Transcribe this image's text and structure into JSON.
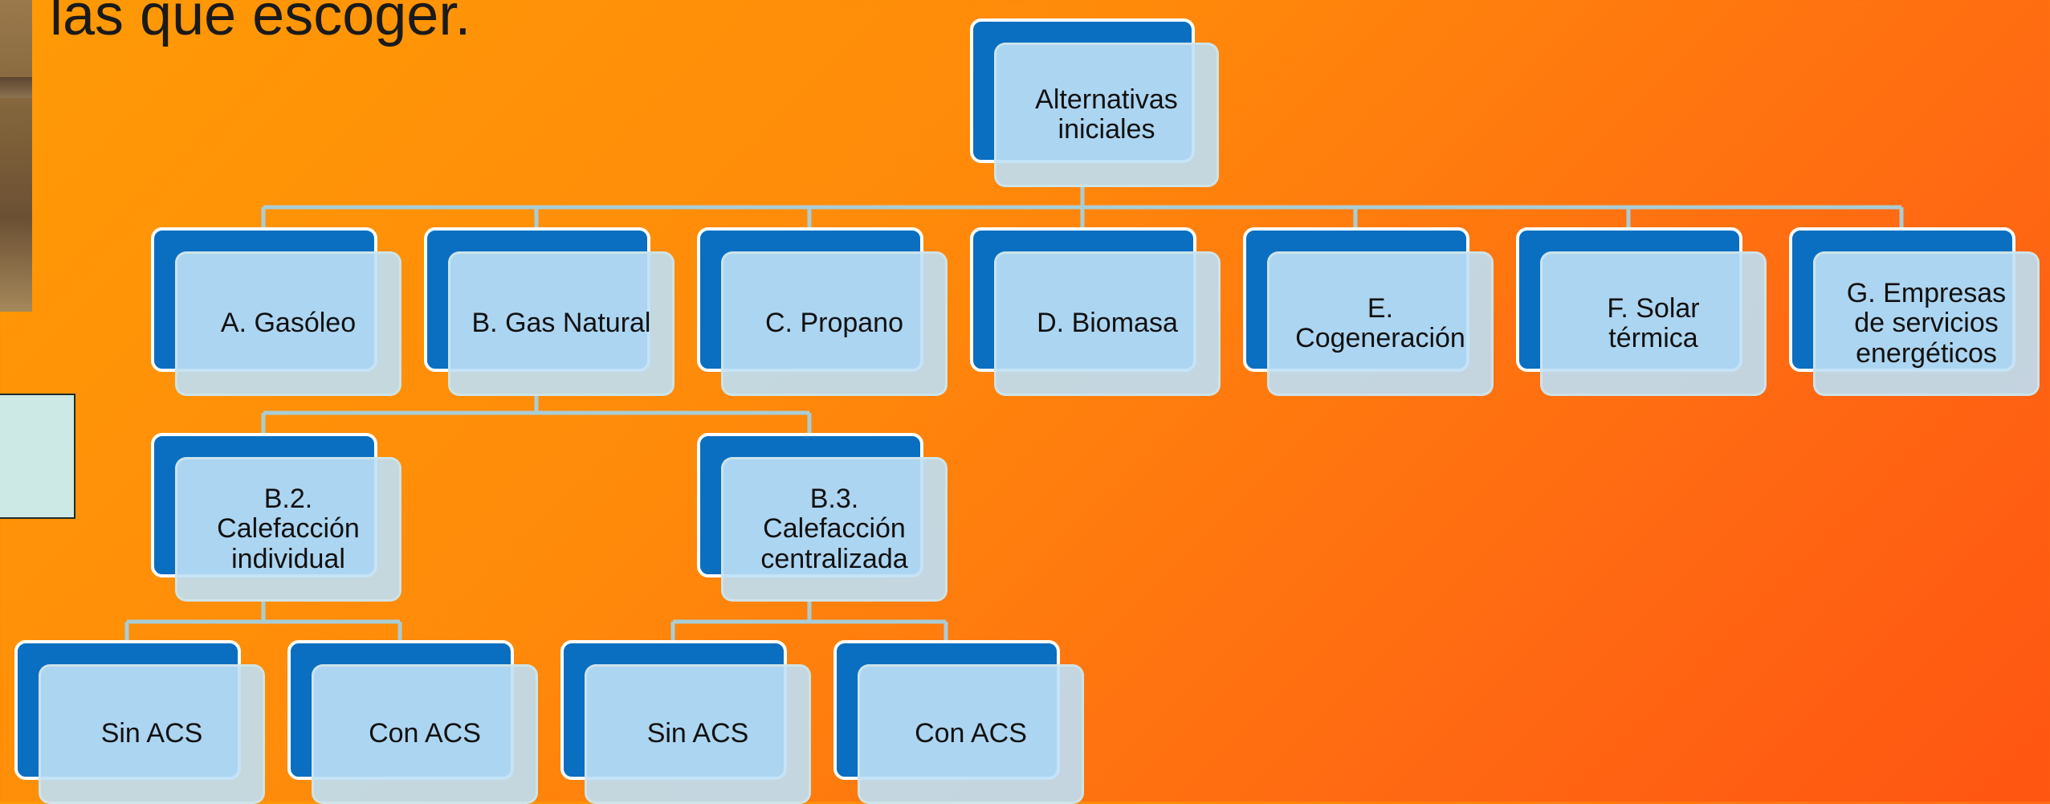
{
  "slide": {
    "title": "las que escoger."
  },
  "diagram": {
    "root": "Alternativas\niniciales",
    "level1": {
      "a": "A. Gasóleo",
      "b": "B. Gas Natural",
      "c": "C. Propano",
      "d": "D. Biomasa",
      "e": "E.\nCogeneración",
      "f": "F. Solar\ntérmica",
      "g": "G. Empresas\nde servicios\nenergéticos"
    },
    "level2": {
      "b2": "B.2.\nCalefacción\nindividual",
      "b3": "B.3.\nCalefacción\ncentralizada"
    },
    "level3": {
      "b2_sin": "Sin ACS",
      "b2_con": "Con ACS",
      "b3_sin": "Sin ACS",
      "b3_con": "Con ACS"
    }
  },
  "colors": {
    "background": "#ff8a0a",
    "node_back": "#0a6fc1",
    "node_front": "#bee0f6",
    "connector": "#a9cdd6"
  }
}
